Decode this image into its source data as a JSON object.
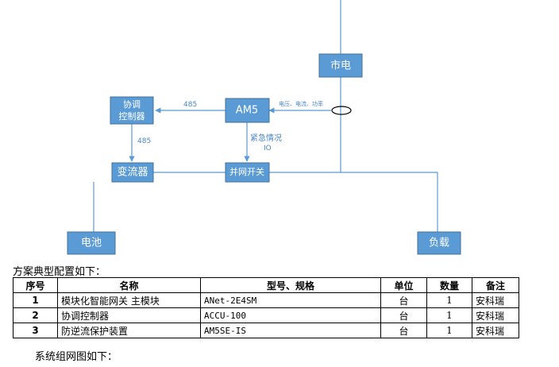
{
  "diagram": {
    "grid": "市电",
    "am5": "AM5",
    "coord_line1": "协调",
    "coord_line2": "控制器",
    "inverter": "变流器",
    "grid_switch": "并网开关",
    "battery": "电池",
    "load": "负载",
    "label_485_top": "485",
    "label_485_side": "485",
    "label_measure": "电压、电流、功率",
    "label_emergency": "紧急情况",
    "label_io": "IO"
  },
  "section_title": "方案典型配置如下：",
  "table": {
    "headers": [
      "序号",
      "名称",
      "型号、规格",
      "单位",
      "数量",
      "备注"
    ],
    "rows": [
      {
        "no": "1",
        "name": "模块化智能网关 主模块",
        "model": "ANet-2E4SM",
        "unit": "台",
        "qty": "1",
        "note": "安科瑞"
      },
      {
        "no": "2",
        "name": "协调控制器",
        "model": "ACCU-100",
        "unit": "台",
        "qty": "1",
        "note": "安科瑞"
      },
      {
        "no": "3",
        "name": "防逆流保护装置",
        "model": "AM5SE-IS",
        "unit": "台",
        "qty": "1",
        "note": "安科瑞"
      }
    ]
  },
  "footer_text": "系统组网图如下："
}
